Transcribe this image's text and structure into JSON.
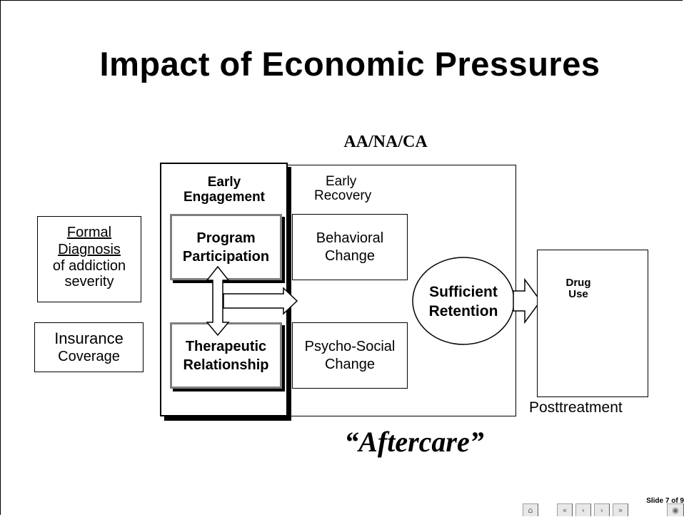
{
  "slide": {
    "title": "Impact of Economic Pressures",
    "aanaca": "AA/NA/CA",
    "aftercare": "“Aftercare”",
    "slide_number": "Slide 7 of 9"
  },
  "inputs": {
    "formal_line1": "Formal",
    "formal_line2": "Diagnosis",
    "formal_line3": "of addiction",
    "formal_line4": "severity",
    "insurance_line1": "Insurance",
    "insurance_line2": "Coverage"
  },
  "early_engagement": {
    "heading_line1": "Early",
    "heading_line2": "Engagement",
    "program_line1": "Program",
    "program_line2": "Participation",
    "therapeutic_line1": "Therapeutic",
    "therapeutic_line2": "Relationship"
  },
  "early_recovery": {
    "heading_line1": "Early",
    "heading_line2": "Recovery",
    "behavioral_line1": "Behavioral",
    "behavioral_line2": "Change",
    "psychosocial_line1": "Psycho-Social",
    "psychosocial_line2": "Change",
    "retention_line1": "Sufficient",
    "retention_line2": "Retention"
  },
  "posttreatment": {
    "drug_line1": "Drug",
    "drug_line2": "Use",
    "label": "Posttreatment"
  },
  "nav": {
    "icons": [
      "home-icon",
      "first-slide-icon",
      "previous-slide-icon",
      "next-slide-icon",
      "last-slide-icon",
      "slide-list-icon"
    ]
  }
}
